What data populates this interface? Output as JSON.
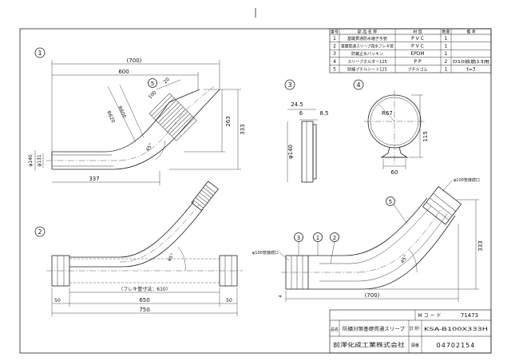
{
  "parts_table": {
    "headers": [
      "番号",
      "部 品 名 称",
      "材 質",
      "数量",
      "備 考"
    ],
    "rows": [
      {
        "no": "1",
        "name": "基礎貫通防水継ぎ手管",
        "material": "P V C",
        "qty": "1",
        "note": ""
      },
      {
        "no": "2",
        "name": "基礎貫通スリーブ用水フレキ管",
        "material": "P V C",
        "qty": "1",
        "note": ""
      },
      {
        "no": "3",
        "name": "防蟻止水パッキン",
        "material": "EPDM",
        "qty": "1",
        "note": ""
      },
      {
        "no": "4",
        "name": "スリーブホルダー125",
        "material": "P P",
        "qty": "2",
        "note": "D10鉄筋13用"
      },
      {
        "no": "5",
        "name": "防蟻ブチルシート125",
        "material": "ブチルゴム",
        "qty": "1",
        "note": "t=3"
      }
    ]
  },
  "views": {
    "v1": {
      "label": "1",
      "dims": {
        "overall": "(700)",
        "len600": "600",
        "h263": "263",
        "h333": "333",
        "base337": "337",
        "d140": "φ140",
        "d131": "φ131",
        "r620": "R620",
        "r600": "R600",
        "d100": "100",
        "d20": "20",
        "angle": "45°",
        "balloon": "5"
      }
    },
    "v2": {
      "label": "2",
      "dims": {
        "flex": "（フレキ管寸法：610）",
        "len650": "650",
        "len750": "750",
        "left50": "50",
        "right50": "50",
        "angle": "45°"
      }
    },
    "v3": {
      "label": "3",
      "dims": {
        "w245": "24.5",
        "d6": "6",
        "d85": "8.5",
        "d140": "φ140"
      }
    },
    "v4": {
      "label": "4",
      "dims": {
        "r67": "R67",
        "h115": "115",
        "w60": "60"
      }
    },
    "v5": {
      "dims": {
        "top_callout": "φ100管接続口",
        "left_callout": "φ100管接続口",
        "h333": "333",
        "len700": "(700)",
        "gap4": "4",
        "angle": "45°",
        "balloons": [
          "3",
          "1",
          "2",
          "5"
        ]
      }
    }
  },
  "title_block": {
    "m_code_label": "M コ ー ド",
    "m_code": "71473",
    "name_label": "品名",
    "name": "防蟻対策基礎貫通スリーブ",
    "type_label": "型式（略号）",
    "type": "KSA-B100X333H",
    "company": "前澤化成工業株式会社",
    "drawing_label": "図番",
    "drawing_no": "04702154"
  }
}
